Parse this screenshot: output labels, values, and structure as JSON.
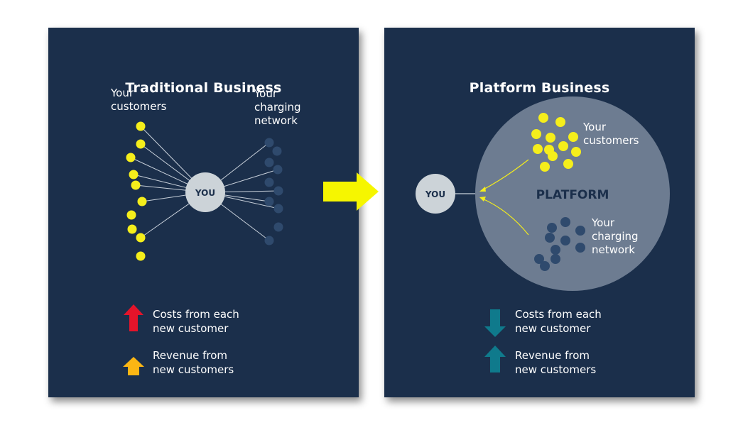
{
  "colors": {
    "panel_bg": "#1b2f4b",
    "customer_dot": "#f5ee1b",
    "network_dot": "#2f4a6d",
    "you_node": "#ccd3d8",
    "platform_circle": "#6d7c91",
    "connector_line": "#c8d0da",
    "transition_arrow": "#f6f600",
    "arrow_red": "#e4142a",
    "arrow_orange": "#fbb614",
    "arrow_teal": "#0f7a8c"
  },
  "traditional": {
    "title": "Traditional Business",
    "customers_label": "Your\ncustomers",
    "network_label": "Your\ncharging\nnetwork",
    "you_label": "YOU",
    "legend": [
      {
        "icon": "up-arrow-icon",
        "color": "#e4142a",
        "text": "Costs from each\nnew customer"
      },
      {
        "icon": "up-arrow-icon",
        "color": "#fbb614",
        "text": "Revenue from\nnew customers"
      }
    ]
  },
  "platform": {
    "title": "Platform Business",
    "platform_label": "PLATFORM",
    "customers_label": "Your\ncustomers",
    "network_label": "Your\ncharging\nnetwork",
    "you_label": "YOU",
    "legend": [
      {
        "icon": "down-arrow-icon",
        "color": "#0f7a8c",
        "text": "Costs from each\nnew customer"
      },
      {
        "icon": "up-arrow-icon",
        "color": "#0f7a8c",
        "text": "Revenue from\nnew customers"
      }
    ]
  }
}
